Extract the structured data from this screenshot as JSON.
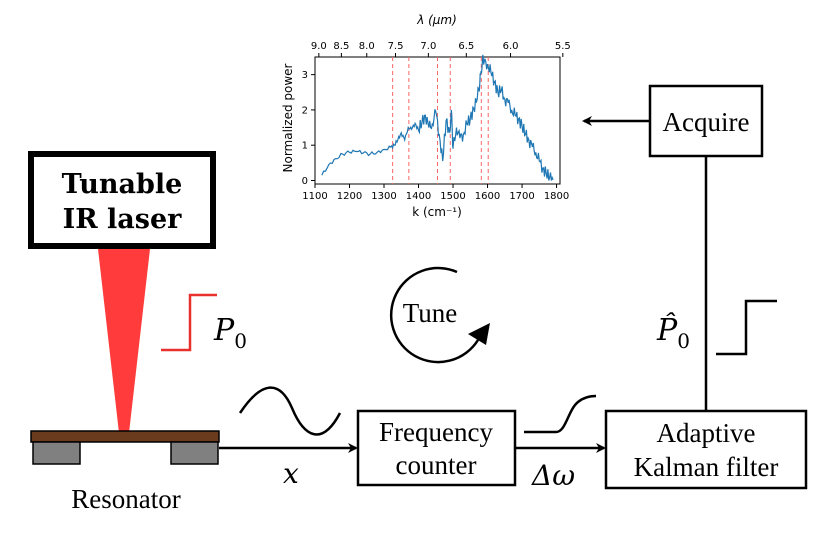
{
  "laser": {
    "line1": "Tunable",
    "line2": "IR laser"
  },
  "resonator": {
    "label": "Resonator"
  },
  "frequency_counter": {
    "line1": "Frequency",
    "line2": "counter"
  },
  "kalman": {
    "line1": "Adaptive",
    "line2": "Kalman filter"
  },
  "acquire": {
    "label": "Acquire"
  },
  "tune": {
    "label": "Tune"
  },
  "symbols": {
    "p0": "P",
    "p0_sub": "0",
    "p0hat": "P̂",
    "p0hat_sub": "0",
    "x": "x",
    "delta_omega": "Δω"
  },
  "colors": {
    "laser_beam": "#ff3b3b",
    "signal_red": "#e8302c",
    "spectrum_line": "#1f77b4",
    "marker_line": "#ff6666",
    "resonator_top": "#6b3b1e",
    "resonator_pad": "#808080"
  },
  "chart_data": {
    "type": "line",
    "ylabel": "Normalized power",
    "xlabel": "k (cm⁻¹)",
    "top_label": "λ (μm)",
    "xlim": [
      1100,
      1810
    ],
    "ylim": [
      -0.1,
      3.5
    ],
    "xticks": [
      1100,
      1200,
      1300,
      1400,
      1500,
      1600,
      1700,
      1800
    ],
    "yticks": [
      0,
      1,
      2,
      3
    ],
    "top_ticks": [
      "9.0",
      "8.5",
      "8.0",
      "7.5",
      "7.0",
      "6.5",
      "6.0",
      "5.5"
    ],
    "top_tick_values_um": [
      9.0,
      8.5,
      8.0,
      7.5,
      7.0,
      6.5,
      6.0,
      5.5
    ],
    "markers": [
      1325,
      1372,
      1455,
      1492,
      1582,
      1602
    ],
    "series": [
      {
        "x": [
          1120,
          1140,
          1160,
          1180,
          1200,
          1220,
          1240,
          1260,
          1280,
          1300,
          1320,
          1330,
          1340,
          1350,
          1360,
          1370,
          1380,
          1390,
          1400,
          1410,
          1420,
          1430,
          1440,
          1450,
          1460,
          1470,
          1480,
          1490,
          1495,
          1500,
          1510,
          1520,
          1530,
          1540,
          1550,
          1560,
          1570,
          1575,
          1580,
          1585,
          1590,
          1600,
          1610,
          1620,
          1630,
          1640,
          1650,
          1660,
          1670,
          1680,
          1690,
          1700,
          1710,
          1720,
          1730,
          1740,
          1750,
          1760,
          1770,
          1780,
          1790
        ],
        "y": [
          0.15,
          0.45,
          0.62,
          0.75,
          0.8,
          0.82,
          0.78,
          0.75,
          0.8,
          0.88,
          0.95,
          1.0,
          1.15,
          1.35,
          1.15,
          1.5,
          1.45,
          1.62,
          1.42,
          1.65,
          1.85,
          1.5,
          1.6,
          1.95,
          1.3,
          0.55,
          1.7,
          1.35,
          2.0,
          0.9,
          1.5,
          1.2,
          1.3,
          1.6,
          1.75,
          2.05,
          2.3,
          2.6,
          3.0,
          3.4,
          3.35,
          3.3,
          3.05,
          2.8,
          2.5,
          2.55,
          2.3,
          2.2,
          2.0,
          1.85,
          1.75,
          1.55,
          1.3,
          1.15,
          0.95,
          0.8,
          0.55,
          0.35,
          0.2,
          0.08,
          0.02
        ]
      }
    ]
  }
}
